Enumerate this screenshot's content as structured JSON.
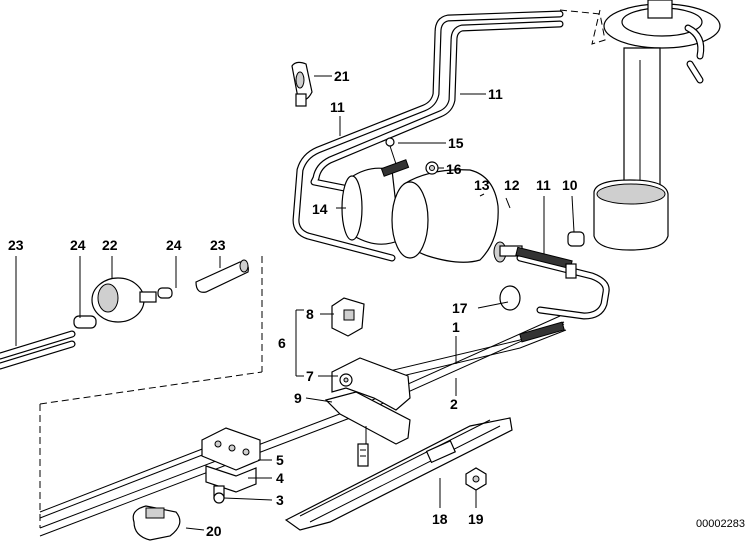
{
  "labels": [
    {
      "id": "21",
      "text": "21"
    },
    {
      "id": "11a",
      "text": "11"
    },
    {
      "id": "11b",
      "text": "11"
    },
    {
      "id": "15",
      "text": "15"
    },
    {
      "id": "16",
      "text": "16"
    },
    {
      "id": "13",
      "text": "13"
    },
    {
      "id": "12",
      "text": "12"
    },
    {
      "id": "11c",
      "text": "11"
    },
    {
      "id": "10",
      "text": "10"
    },
    {
      "id": "14",
      "text": "14"
    },
    {
      "id": "23a",
      "text": "23"
    },
    {
      "id": "24a",
      "text": "24"
    },
    {
      "id": "22",
      "text": "22"
    },
    {
      "id": "24b",
      "text": "24"
    },
    {
      "id": "23b",
      "text": "23"
    },
    {
      "id": "8",
      "text": "8"
    },
    {
      "id": "17",
      "text": "17"
    },
    {
      "id": "1",
      "text": "1"
    },
    {
      "id": "6",
      "text": "6"
    },
    {
      "id": "7",
      "text": "7"
    },
    {
      "id": "9",
      "text": "9"
    },
    {
      "id": "2",
      "text": "2"
    },
    {
      "id": "5",
      "text": "5"
    },
    {
      "id": "4",
      "text": "4"
    },
    {
      "id": "3",
      "text": "3"
    },
    {
      "id": "20",
      "text": "20"
    },
    {
      "id": "18",
      "text": "18"
    },
    {
      "id": "19",
      "text": "19"
    }
  ],
  "diagram_id": "00002283"
}
